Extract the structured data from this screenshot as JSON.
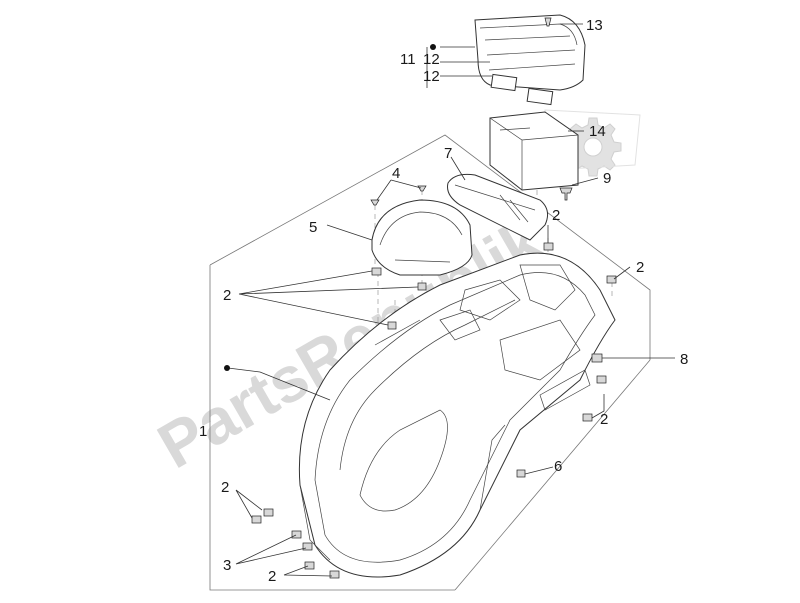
{
  "watermark": {
    "text": "PartsRepublik",
    "color": "#d9d9d9"
  },
  "callouts": {
    "c1": "1",
    "c2a": "2",
    "c2b": "2",
    "c2c": "2",
    "c2d": "2",
    "c2e": "2",
    "c2f": "2",
    "c3": "3",
    "c4": "4",
    "c5": "5",
    "c6": "6",
    "c7": "7",
    "c8": "8",
    "c9": "9",
    "c11": "11",
    "c12a": "12",
    "c12b": "12",
    "c13": "13",
    "c14": "14"
  },
  "colors": {
    "line": "#333333",
    "frame": "#777777",
    "watermark": "#d9d9d9"
  }
}
